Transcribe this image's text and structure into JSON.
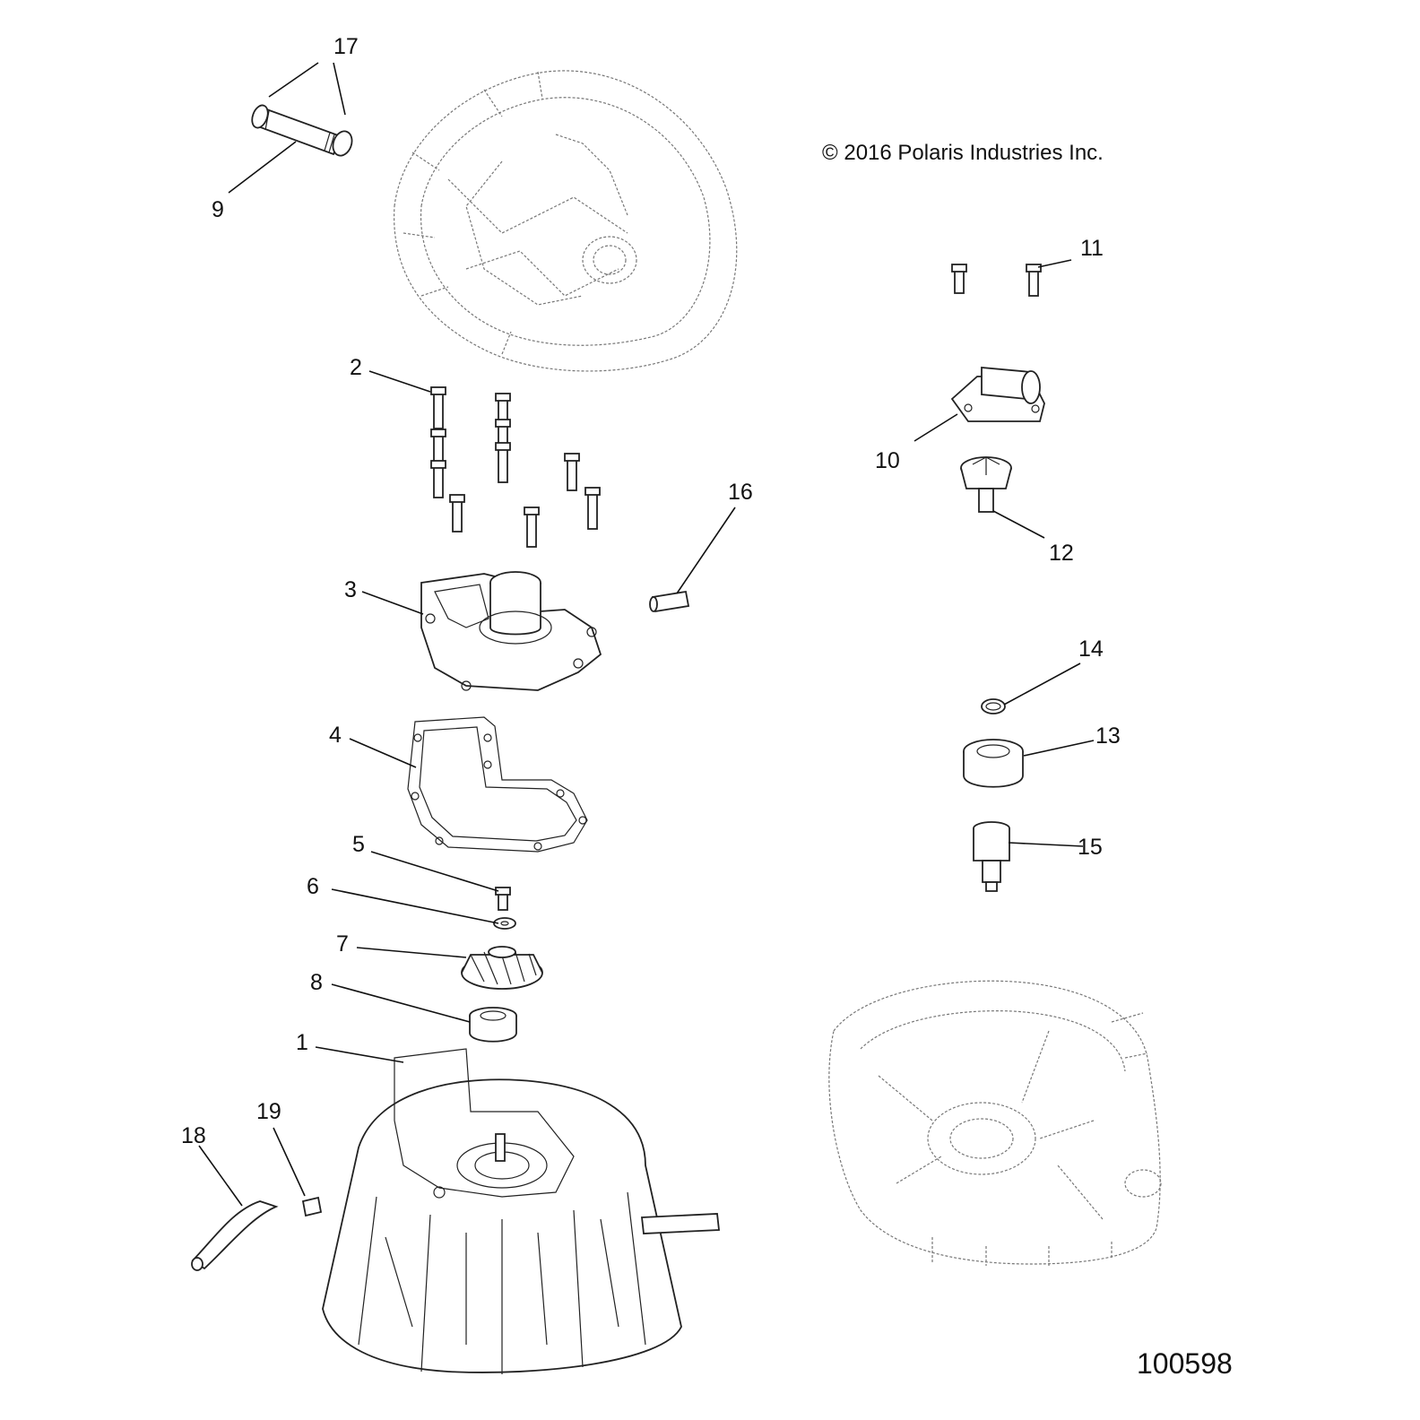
{
  "diagram": {
    "copyright": "© 2016 Polaris Industries Inc.",
    "figure_number": "100598",
    "callouts": {
      "c1": "1",
      "c2": "2",
      "c3": "3",
      "c4": "4",
      "c5": "5",
      "c6": "6",
      "c7": "7",
      "c8": "8",
      "c9": "9",
      "c10": "10",
      "c11": "11",
      "c12": "12",
      "c13": "13",
      "c14": "14",
      "c15": "15",
      "c16": "16",
      "c17": "17",
      "c18": "18",
      "c19": "19"
    }
  }
}
